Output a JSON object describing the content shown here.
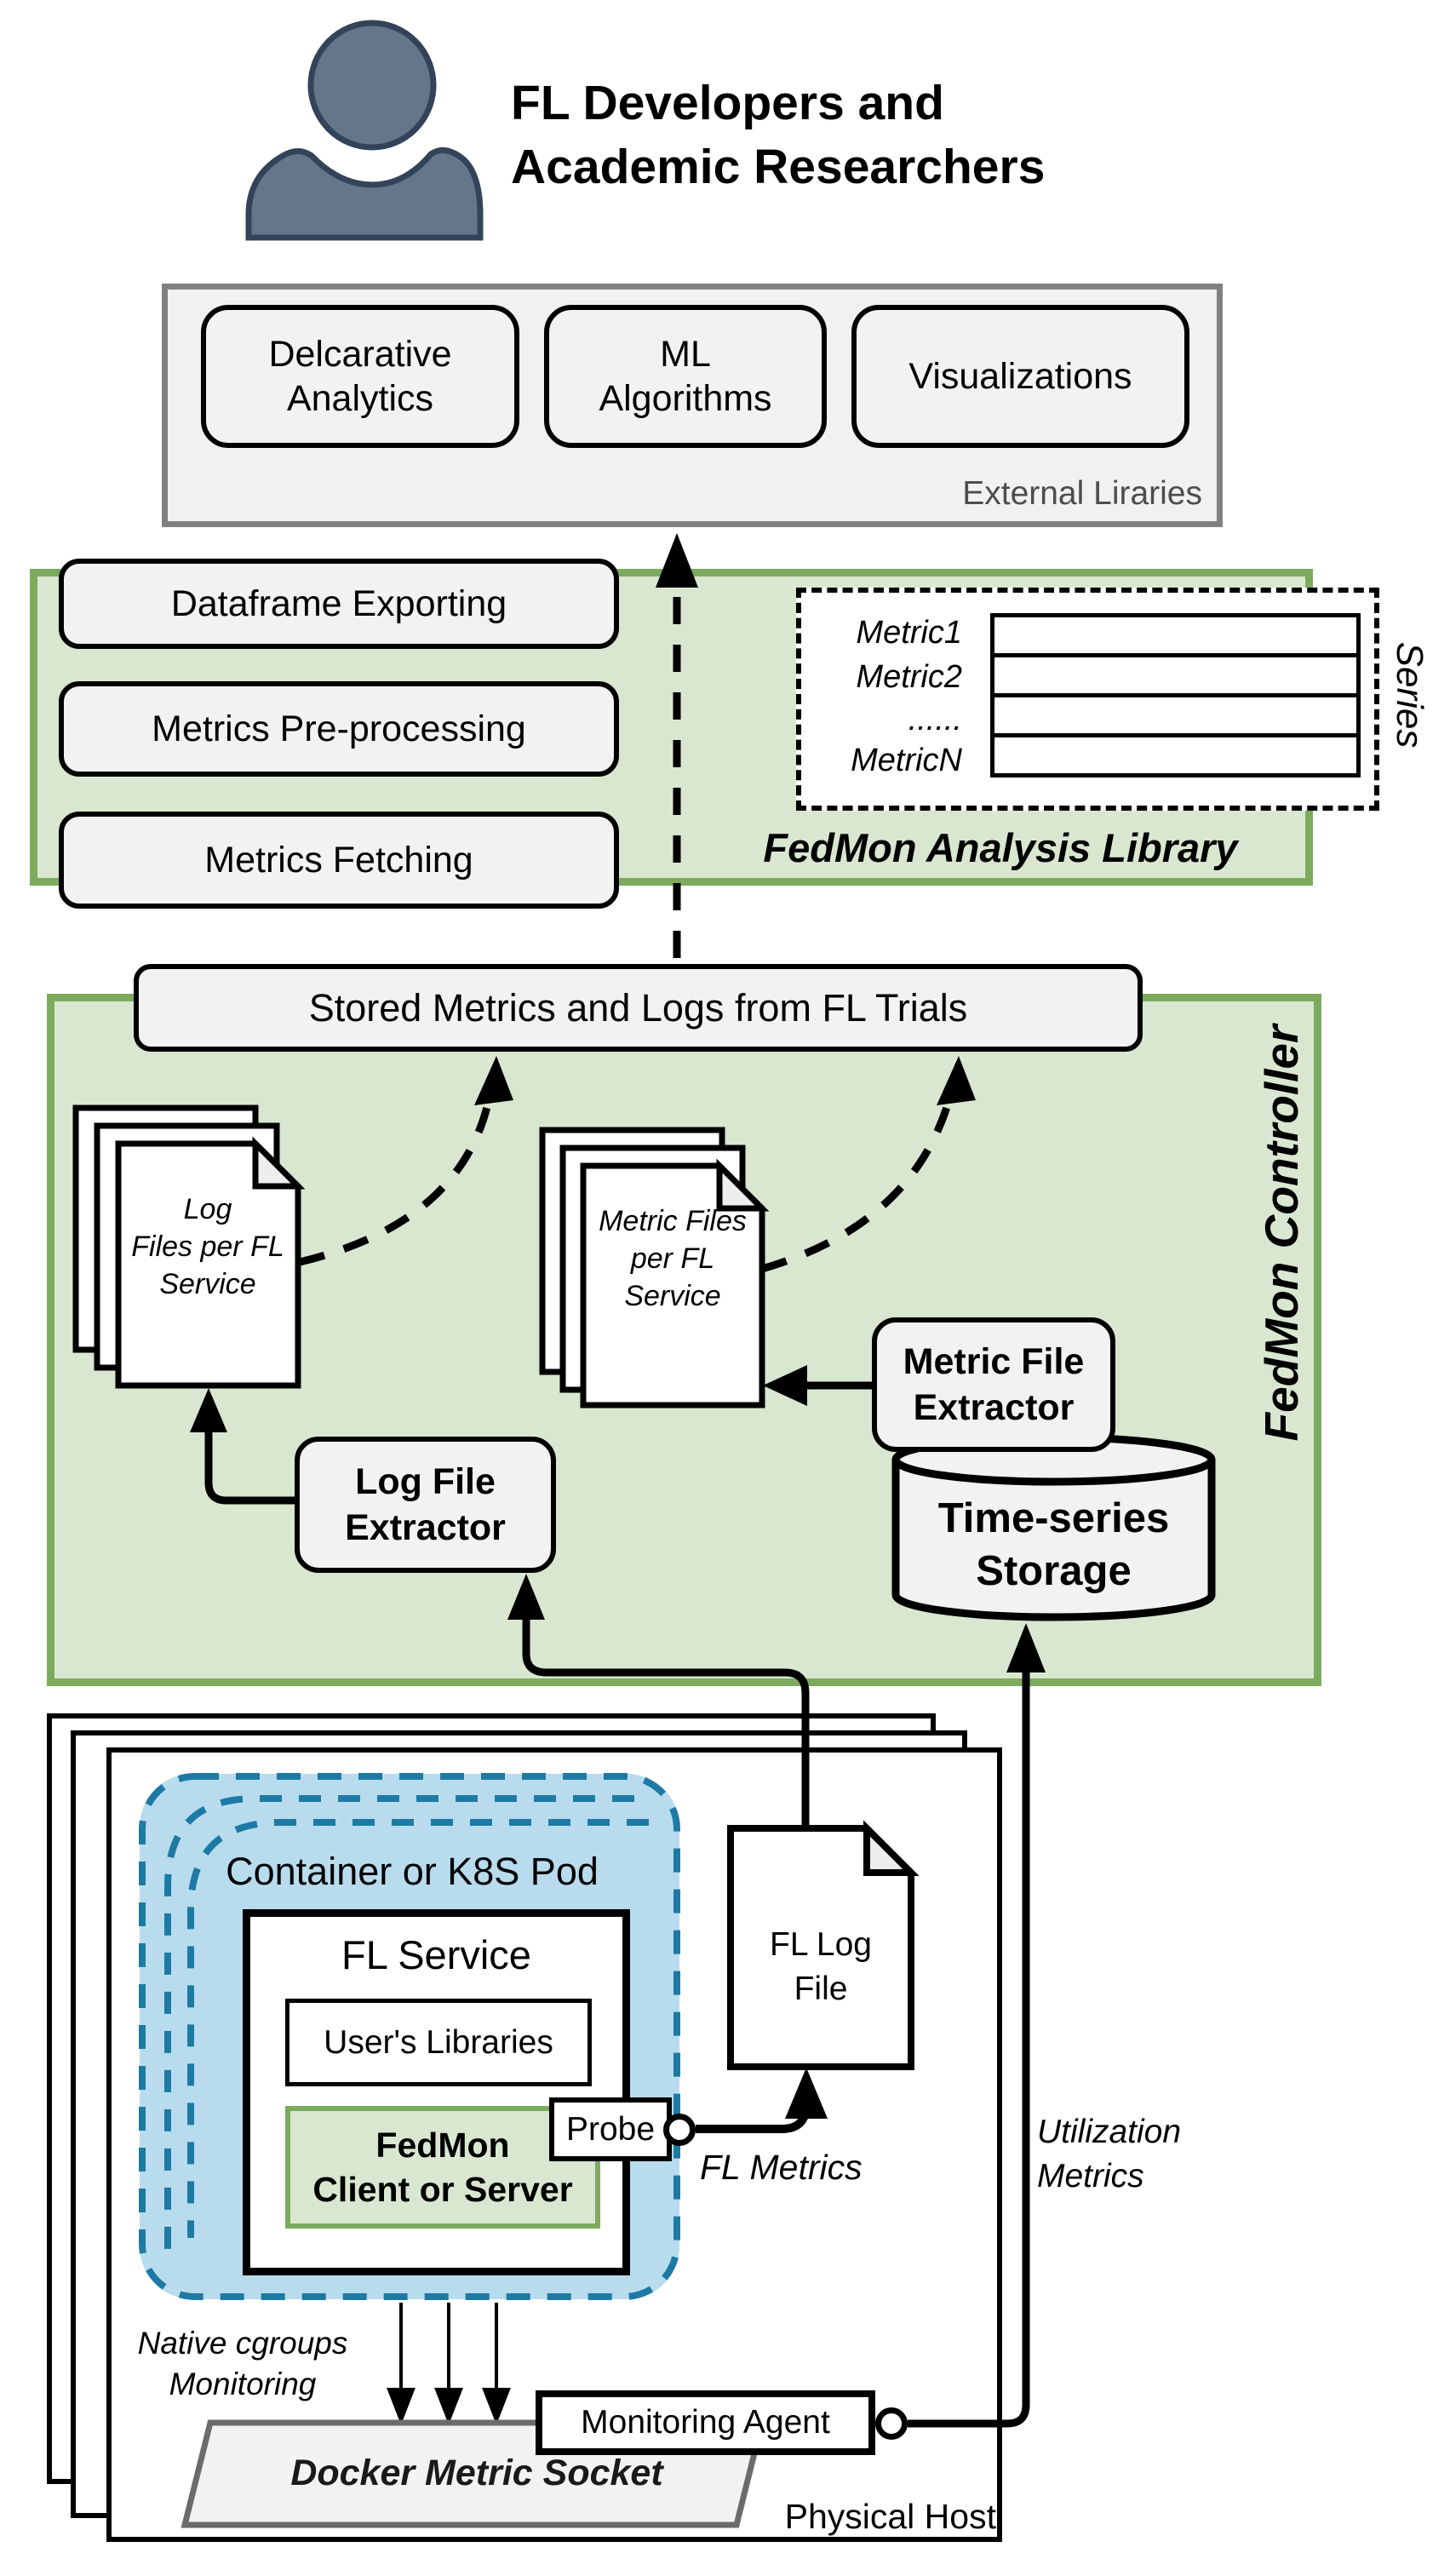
{
  "colors": {
    "green_fill": "#d9e7d1",
    "green_border": "#7dab5e",
    "panel_fill": "#f2f2f2",
    "panel_border": "#808080",
    "blue_fill": "#b8dcee",
    "blue_dash": "#1d7aa5",
    "person_fill": "#64778a",
    "person_stroke": "#33435a",
    "muted_text": "#4d4d4d",
    "socket_text": "#1a1a1a"
  },
  "header": {
    "title": "FL Developers and\nAcademic Researchers"
  },
  "external_libraries": {
    "caption": "External Liraries",
    "buttons": [
      "Delcarative Analytics",
      "ML Algorithms",
      "Visualizations"
    ]
  },
  "analysis_library": {
    "title": "FedMon Analysis Library",
    "buttons": [
      "Dataframe Exporting",
      "Metrics Pre-processing",
      "Metrics Fetching"
    ],
    "series_label": "Series",
    "metric_rows": [
      "Metric1",
      "Metric2",
      "......",
      "MetricN"
    ]
  },
  "controller": {
    "title": "FedMon Controller",
    "stored_box": "Stored Metrics and Logs from FL Trials",
    "log_stack_label": "Log\nFiles per FL\nService",
    "metric_stack_label": "Metric Files\nper FL\nService",
    "log_file_extractor": "Log File\nExtractor",
    "metric_file_extractor": "Metric File\nExtractor",
    "storage_label": "Time-series\nStorage"
  },
  "host": {
    "caption": "Physical Host",
    "container_label": "Container or K8S Pod",
    "fl_service": "FL Service",
    "users_libraries": "User's Libraries",
    "fedmon_client": "FedMon\nClient or Server",
    "probe": "Probe",
    "fl_log_file": "FL Log\nFile",
    "fl_metrics": "FL Metrics",
    "utilization_metrics": "Utilization\nMetrics",
    "native_cgroups": "Native cgroups\nMonitoring",
    "monitoring_agent": "Monitoring Agent",
    "docker_socket": "Docker Metric Socket"
  }
}
